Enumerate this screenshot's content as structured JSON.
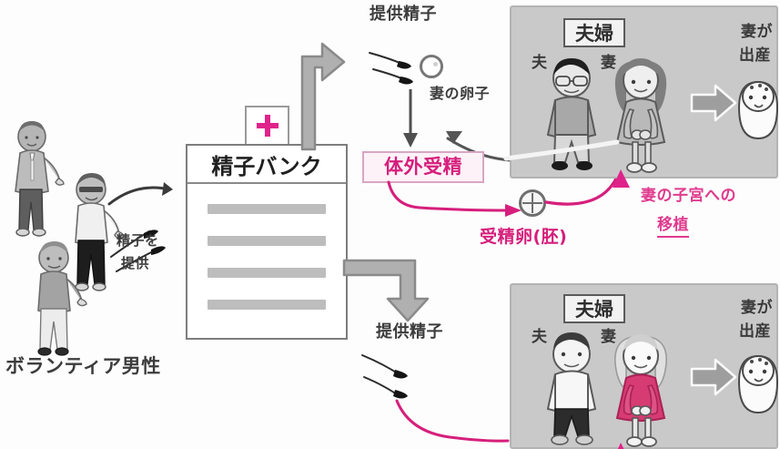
{
  "diagram": {
    "title_alt": "精子バンクを利用した体外受精の流れ",
    "labels": {
      "volunteer_men": "ボランティア男性",
      "donate_sperm_line1": "精子を",
      "donate_sperm_line2": "提供",
      "sperm_bank": "精子バンク",
      "donated_sperm_top": "提供精子",
      "donated_sperm_bottom": "提供精子",
      "wife_ovum": "妻の卵子",
      "ivf": "体外受精",
      "fertilized_egg": "受精卵(胚)",
      "transfer_line1": "妻の子宮への",
      "transfer_line2": "移植"
    },
    "panels": [
      {
        "id": "couple-top",
        "badge": "夫婦",
        "husband_label": "夫",
        "wife_label": "妻",
        "birth_line1": "妻が",
        "birth_line2": "出産",
        "wife_dress_color": "#b9b9b9",
        "husband_top_color": "#a8a8a8"
      },
      {
        "id": "couple-bottom",
        "badge": "夫婦",
        "husband_label": "夫",
        "wife_label": "妻",
        "birth_line1": "妻が",
        "birth_line2": "出産",
        "wife_dress_color": "#d63b72",
        "husband_top_color": "#f2f2f2"
      }
    ],
    "colors": {
      "panel_bg": "#c9c9c9",
      "panel_border": "#b3b3b3",
      "arrow_gray": "#8f8f8f",
      "accent_pink": "#e03a8e",
      "cross_pink": "#e0238b",
      "doc_border": "#7d7d7d",
      "doc_line": "#bdbdbd",
      "text_gray": "#4a4a4a"
    },
    "icons": {
      "medical_cross": "medical-cross-icon",
      "sperm": "sperm-icon",
      "ovum": "ovum-icon",
      "zygote": "fertilized-egg-icon",
      "baby": "baby-icon",
      "block_arrow": "block-arrow-icon"
    },
    "doc_lines": 4
  }
}
